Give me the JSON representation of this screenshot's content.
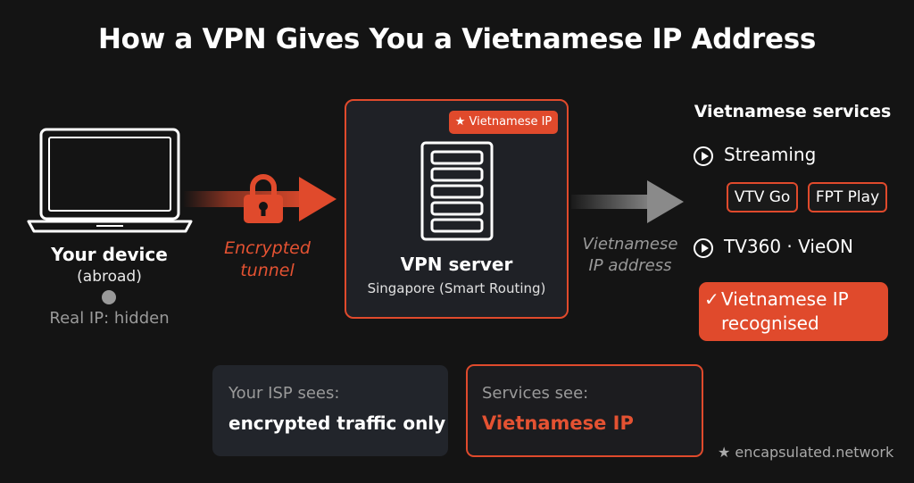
{
  "title": "How a VPN Gives You a Vietnamese IP Address",
  "device": {
    "label": "Your device",
    "sublabel": "(abroad)",
    "real_ip": "Real IP: hidden",
    "icon": "laptop-icon"
  },
  "tunnel": {
    "label_line1": "Encrypted",
    "label_line2": "tunnel",
    "icon": "lock-icon"
  },
  "vpn_server": {
    "badge": "Vietnamese IP",
    "badge_icon": "star-icon",
    "label": "VPN server",
    "location": "Singapore (Smart Routing)",
    "icon": "server-icon"
  },
  "connection": {
    "label_line1": "Vietnamese",
    "label_line2": "IP address"
  },
  "services": {
    "title": "Vietnamese services",
    "streaming_label": "Streaming",
    "chips": [
      "VTV Go",
      "FPT Play"
    ],
    "other_label": "TV360 · VieON",
    "recognised_check": "✓",
    "recognised_line1": "Vietnamese IP",
    "recognised_line2": "recognised"
  },
  "isp": {
    "sees": "Your ISP sees:",
    "value": "encrypted traffic only"
  },
  "services_see": {
    "sees": "Services see:",
    "value": "Vietnamese IP"
  },
  "footer": "★ encapsulated.network",
  "colors": {
    "accent": "#e04a2c",
    "background": "#141414",
    "panel": "#22252b",
    "muted": "#9a9a9a"
  }
}
